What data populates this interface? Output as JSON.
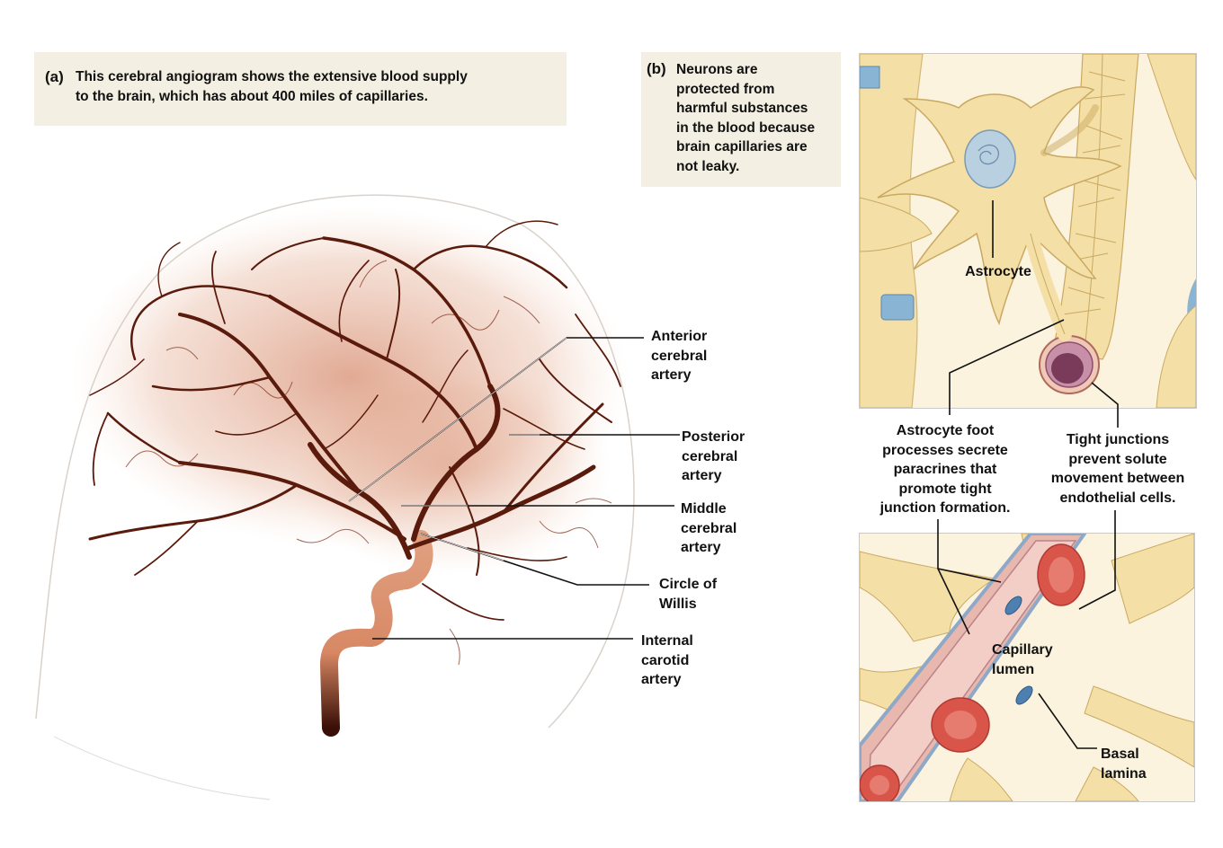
{
  "panel_a": {
    "letter": "(a)",
    "caption_line1": "This cerebral angiogram shows the extensive blood supply",
    "caption_line2": "to the brain, which has about 400 miles of capillaries.",
    "labels": {
      "anterior": [
        "Anterior",
        "cerebral",
        "artery"
      ],
      "posterior": [
        "Posterior",
        "cerebral",
        "artery"
      ],
      "middle": [
        "Middle",
        "cerebral",
        "artery"
      ],
      "circle": [
        "Circle of",
        "Willis"
      ],
      "internal": [
        "Internal",
        "carotid",
        "artery"
      ]
    }
  },
  "panel_b": {
    "letter": "(b)",
    "caption": [
      "Neurons are",
      "protected from",
      "harmful substances",
      "in the blood because",
      "brain capillaries are",
      "not leaky."
    ],
    "astrocyte_label": "Astrocyte",
    "foot": {
      "bold_line1": "Astrocyte foot",
      "bold_line2": "processes",
      "rest_line2": " secrete",
      "line3": "paracrines that",
      "line4": "promote tight",
      "line5": "junction formation."
    },
    "tight": {
      "bold_line1": "Tight junctions",
      "line2": "prevent solute",
      "line3": "movement between",
      "line4": "endothelial cells."
    },
    "lumen": [
      "Capillary",
      "lumen"
    ],
    "basal": [
      "Basal",
      "lamina"
    ]
  },
  "colors": {
    "caption_bg": "#f3efe2",
    "angiogram_vessel": "#5a1a0c",
    "angiogram_haze": "#c8643c",
    "astrocyte": "#f4dfa6",
    "capillary_wall": "#e8b7ae",
    "red_cell": "#d9554a",
    "endothelial_nucleus": "#4d7fb0"
  }
}
